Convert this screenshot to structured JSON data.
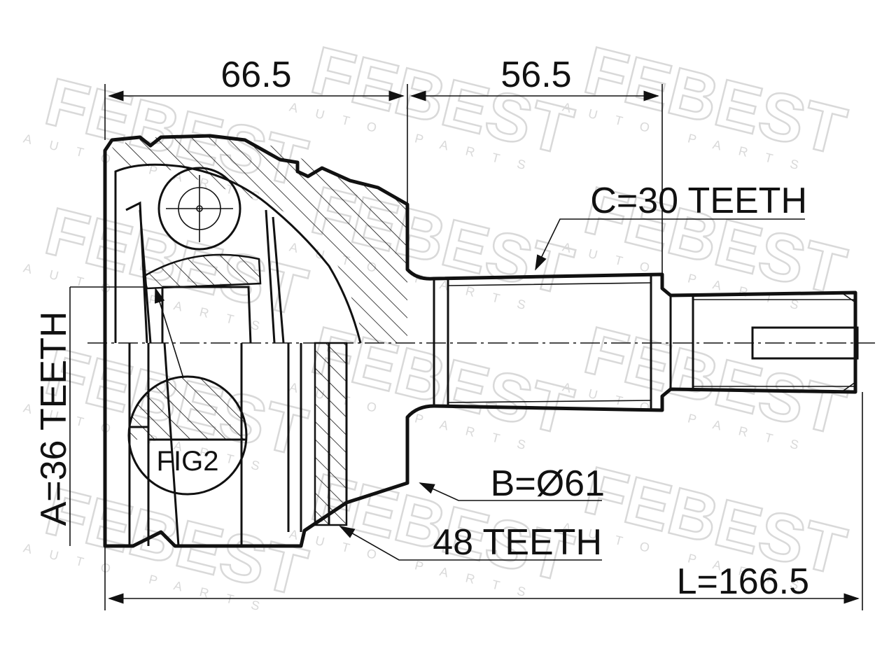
{
  "watermark": {
    "brand": "FEBEST",
    "tagline": "AUTO PARTS"
  },
  "dimensions": {
    "joint_length": "66.5",
    "shaft_length": "56.5",
    "total_length": "L=166.5",
    "inner_spline": "A=36 TEETH",
    "outer_spline": "C=30 TEETH",
    "seal_diameter": "B=Ø61",
    "abs_ring": "48 TEETH",
    "figure_callout": "FIG2"
  },
  "colors": {
    "line": "#111111",
    "watermark": "#d9d9d9",
    "background": "#ffffff"
  }
}
